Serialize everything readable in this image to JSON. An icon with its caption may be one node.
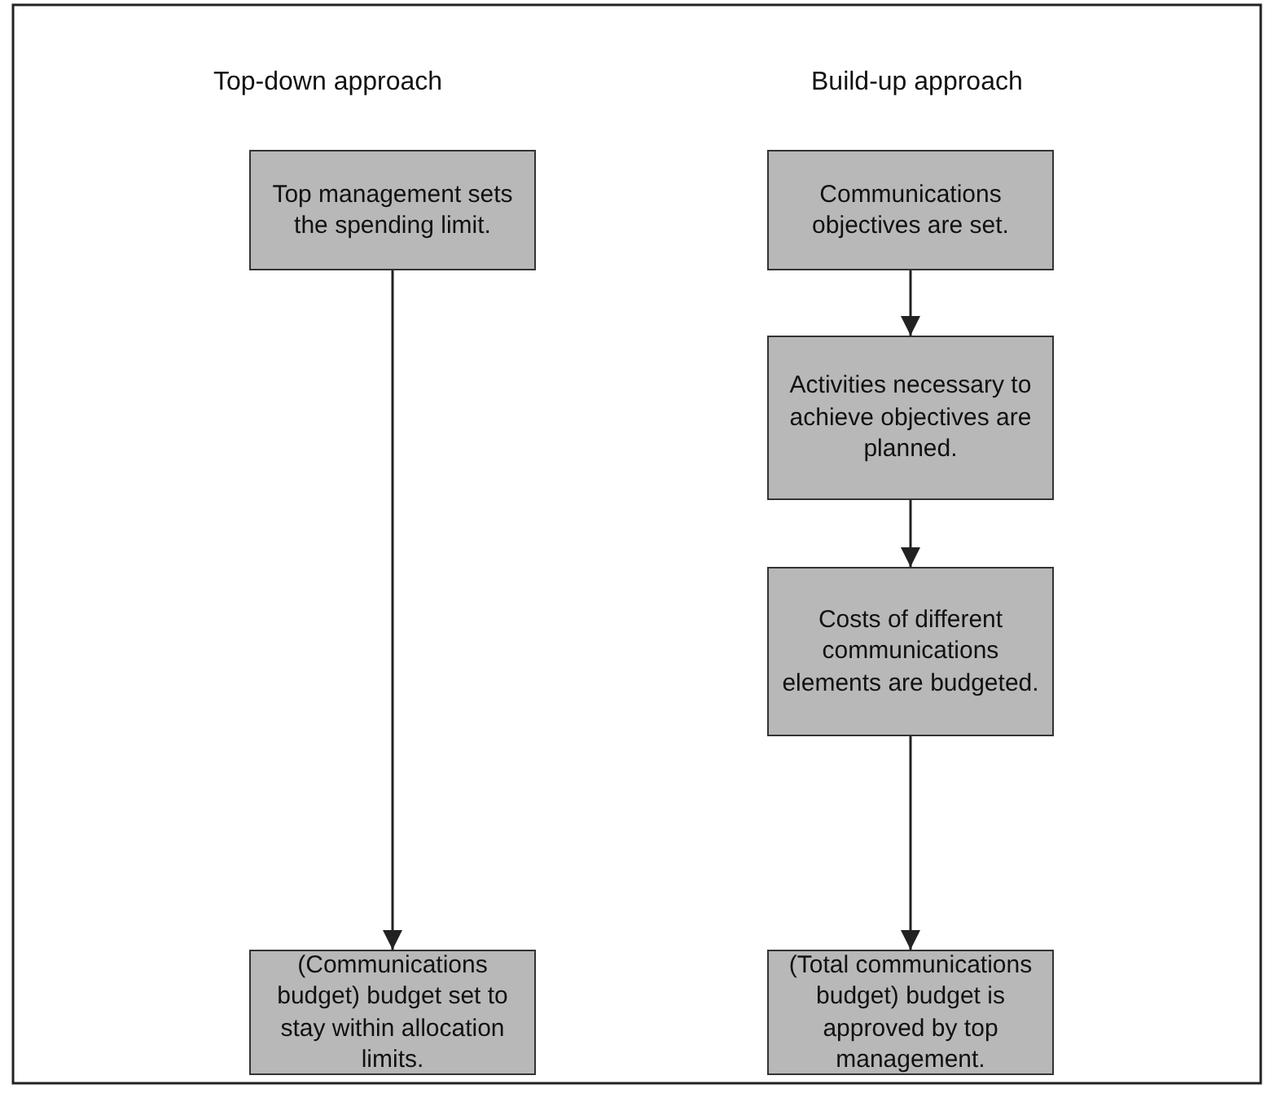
{
  "diagram": {
    "nodes": [
      {
        "text": [
          "Top management sets the spending limit."
        ]
      },
      {
        "text": [
          "Communications objectives are set."
        ]
      },
      {
        "text": [
          "Activities necessary to achieve objectives are planned."
        ]
      },
      {
        "text": [
          "Costs of different communications elements are budgeted."
        ]
      },
      {
        "text": [
          "(Communications budget) budget set to stay within allocation limits."
        ]
      },
      {
        "text": [
          "(Total communications budget) budget is approved by top management."
        ]
      }
    ],
    "edges": [
      {
        "from": 0,
        "to": 4,
        "arrow": "to"
      },
      {
        "from": 1,
        "to": 2,
        "arrow": "to"
      },
      {
        "from": 2,
        "to": 3,
        "arrow": "to"
      },
      {
        "from": 3,
        "to": 5,
        "arrow": "to"
      }
    ],
    "labels": [
      "Top-down approach",
      "Build-up approach"
    ]
  }
}
